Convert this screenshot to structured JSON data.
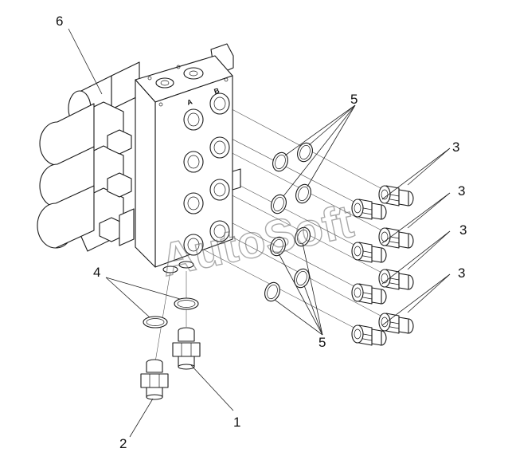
{
  "callouts": {
    "c1": "1",
    "c2": "2",
    "c3a": "3",
    "c3b": "3",
    "c3c": "3",
    "c3d": "3",
    "c4": "4",
    "c5a": "5",
    "c5b": "5",
    "c6": "6"
  },
  "port_marks": {
    "a": "A",
    "b": "B"
  },
  "watermark": "AutoSoft"
}
